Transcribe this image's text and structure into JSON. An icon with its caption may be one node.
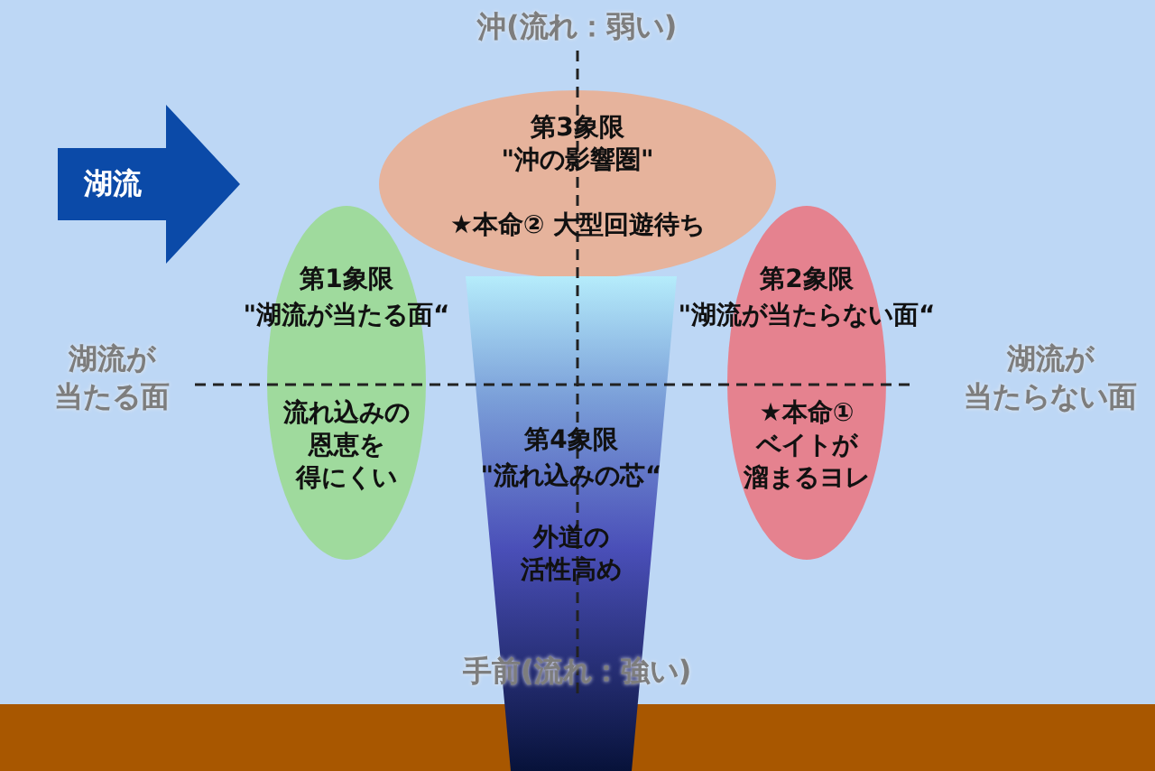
{
  "diagram": {
    "nodes": [
      {
        "text": [
          "湖流"
        ]
      },
      {
        "text": [
          "第3象限",
          "\"沖の影響圏\"",
          "★本命② 大型回遊待ち"
        ]
      },
      {
        "text": [
          "第1象限",
          "\"湖流が当たる面“",
          "流れ込みの恩恵を得にくい"
        ]
      },
      {
        "text": [
          "第4象限",
          "\"流れ込みの芯“",
          "外道の活性高め"
        ]
      },
      {
        "text": [
          "第2象限",
          "\"湖流が当たらない面“",
          "★本命①ベイトが溜まるヨレ"
        ]
      }
    ],
    "edges": [],
    "labels": [
      "沖(流れ：弱い)",
      "湖流が当たる面",
      "湖流が当たらない面",
      "手前(流れ：強い)"
    ]
  }
}
